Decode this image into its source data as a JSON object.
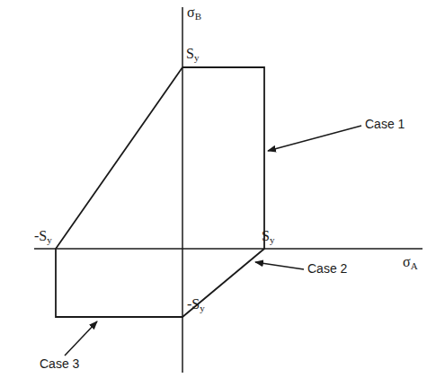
{
  "diagram": {
    "labels": [
      "σB",
      "Sy",
      "Case 1",
      "Sy",
      "σA",
      "-Sy",
      "Case 2",
      "-Sy",
      "Case 3"
    ]
  }
}
